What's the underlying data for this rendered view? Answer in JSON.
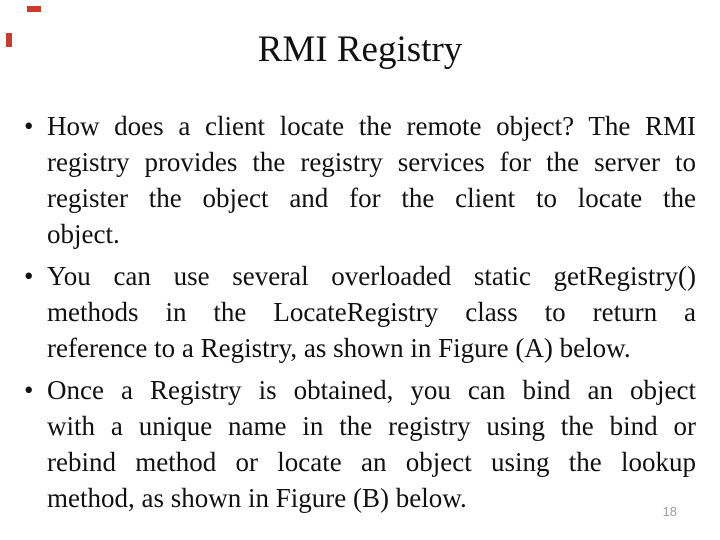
{
  "slide": {
    "title": "RMI Registry",
    "page_number": "18",
    "bullet_char": "•",
    "background_color": "#ffffff",
    "text_color": "#111111",
    "page_number_color": "#9e9e9e",
    "corner_mark_color": "#cc3b2a"
  },
  "content": {
    "bullets": [
      {
        "lines": [
          "How does a client locate the remote object? The RMI",
          "registry provides the registry services for the server to",
          "register the object and for the client to locate the",
          "object."
        ]
      },
      {
        "lines": [
          "You can use several overloaded static getRegistry()",
          "methods in the LocateRegistry class to return a",
          "reference to a Registry, as shown in Figure (A) below."
        ]
      },
      {
        "lines": [
          "Once a Registry is obtained, you can bind an object",
          "with a unique name in the registry using the bind or",
          "rebind method or locate an object using the lookup",
          "method, as shown in Figure (B) below."
        ]
      }
    ]
  }
}
